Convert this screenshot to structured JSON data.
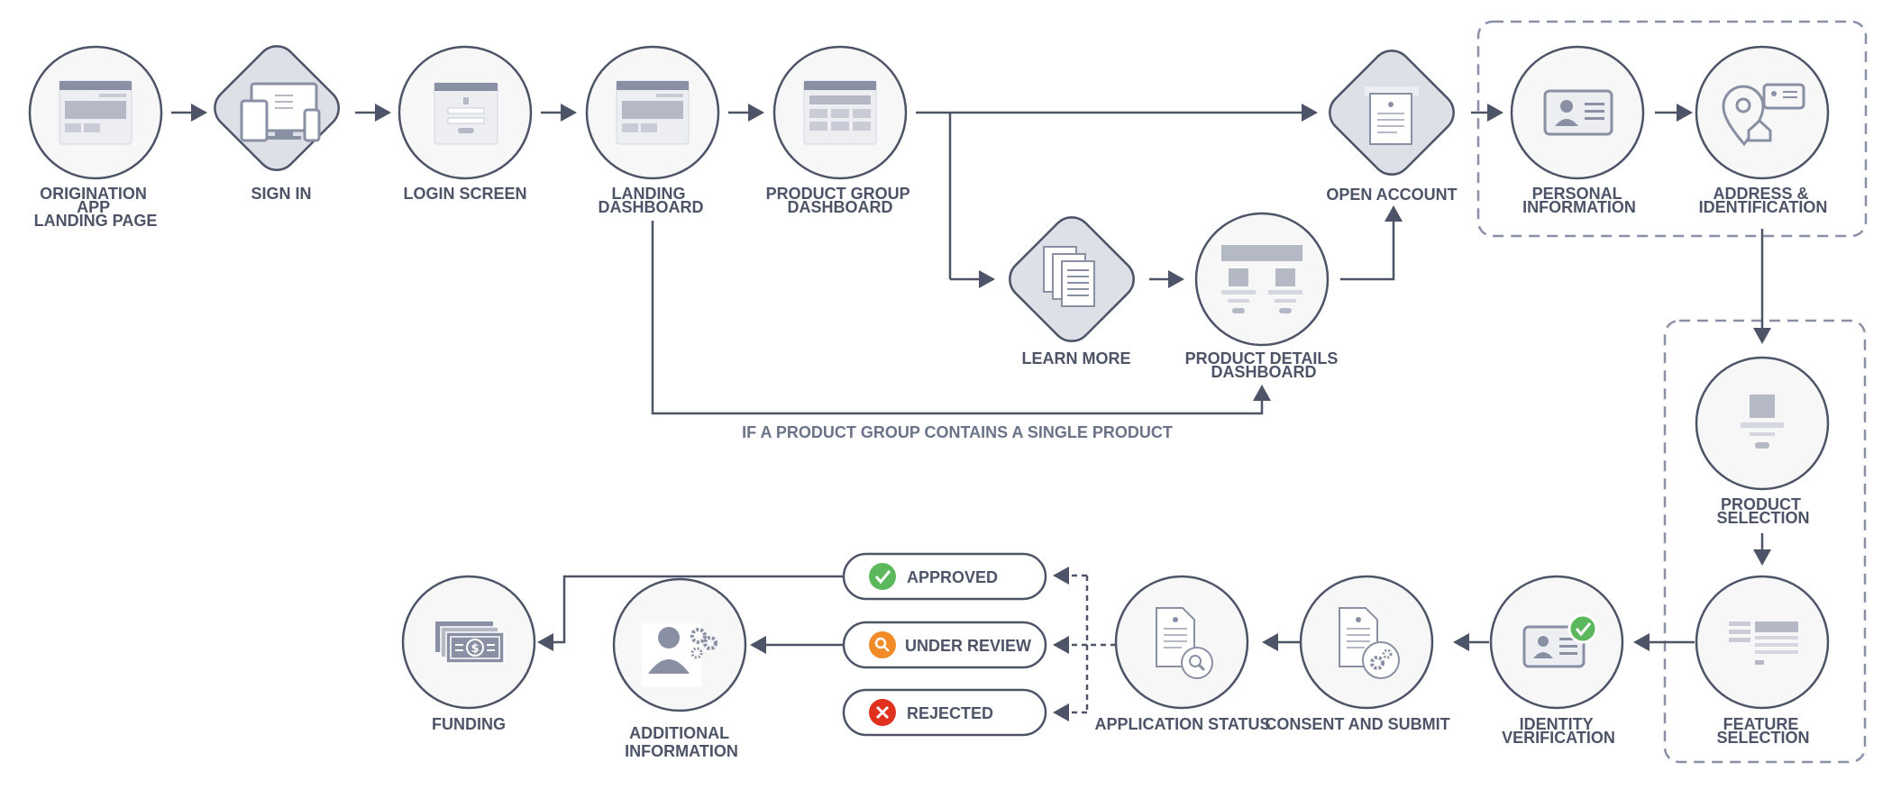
{
  "nodes": {
    "origination": {
      "label": [
        "ORIGINATION",
        "APP",
        "LANDING PAGE"
      ]
    },
    "sign_in": {
      "label": [
        "SIGN IN"
      ]
    },
    "login_screen": {
      "label": [
        "LOGIN SCREEN"
      ]
    },
    "landing_dashboard": {
      "label": [
        "LANDING",
        "DASHBOARD"
      ]
    },
    "product_group_dashboard": {
      "label": [
        "PRODUCT GROUP",
        "DASHBOARD"
      ]
    },
    "learn_more": {
      "label": [
        "LEARN MORE"
      ]
    },
    "product_details_dashboard": {
      "label": [
        "PRODUCT DETAILS",
        "DASHBOARD"
      ]
    },
    "open_account": {
      "label": [
        "OPEN ACCOUNT"
      ]
    },
    "personal_information": {
      "label": [
        "PERSONAL",
        "INFORMATION"
      ]
    },
    "address_identification": {
      "label": [
        "ADDRESS &",
        "IDENTIFICATION"
      ]
    },
    "product_selection": {
      "label": [
        "PRODUCT",
        "SELECTION"
      ]
    },
    "feature_selection": {
      "label": [
        "FEATURE",
        "SELECTION"
      ]
    },
    "identity_verification": {
      "label": [
        "IDENTITY",
        "VERIFICATION"
      ]
    },
    "consent_and_submit": {
      "label": [
        "CONSENT AND SUBMIT"
      ]
    },
    "application_status": {
      "label": [
        "APPLICATION STATUS"
      ]
    },
    "additional_information": {
      "label": [
        "ADDITIONAL",
        "INFORMATION"
      ]
    },
    "funding": {
      "label": [
        "FUNDING"
      ]
    }
  },
  "status_pills": {
    "approved": "APPROVED",
    "under_review": "UNDER REVIEW",
    "rejected": "REJECTED"
  },
  "notes": {
    "single_product": "IF A PRODUCT GROUP CONTAINS A SINGLE PRODUCT"
  },
  "colors": {
    "stroke": "#4d5467",
    "icon": "#8a90a3",
    "icon_light": "#b5b9c6",
    "circle_fill": "#f7f7f8",
    "diamond_fill": "#dde0e7",
    "dashed_group": "#8a90a6",
    "approved": "#5cb85c",
    "under_review": "#f28c28",
    "rejected": "#e0301e"
  }
}
